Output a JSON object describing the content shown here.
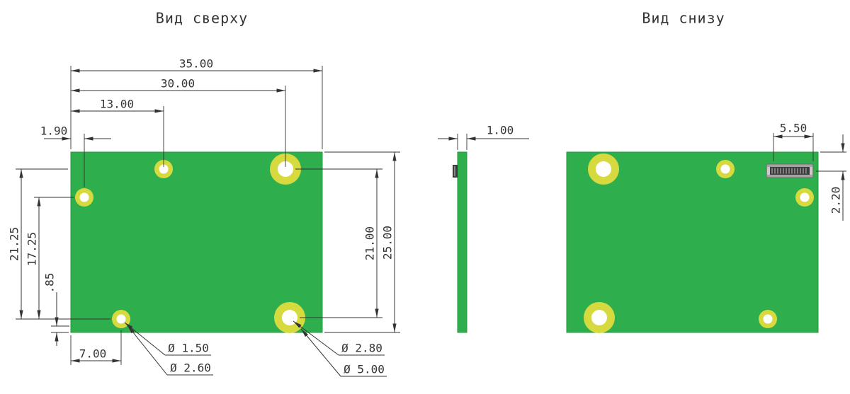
{
  "titles": {
    "top_view": "Вид сверху",
    "bottom_view": "Вид снизу"
  },
  "top_view": {
    "dim_board_width": "35.00",
    "dim_large_hole_x": "30.00",
    "dim_small_hole_x": "13.00",
    "dim_left_hole_edge_offset": "1.90",
    "dim_holes_span_y": "21.25",
    "dim_left_to_bottom_hole_y": "17.25",
    "dim_bottom_hole_edge_y": ".85",
    "dim_bottom_hole_x": "7.00",
    "dim_large_holes_span_y": "21.00",
    "dim_board_height": "25.00",
    "callout_small_hole_bore": "Ø 1.50",
    "callout_small_hole_pad": "Ø 2.60",
    "callout_large_hole_bore": "Ø 2.80",
    "callout_large_hole_pad": "Ø 5.00"
  },
  "side_view": {
    "dim_board_thickness": "1.00"
  },
  "bottom_view": {
    "dim_connector_length": "5.50",
    "dim_connector_offset_y": "2.20"
  },
  "colors": {
    "background": "#ffffff",
    "board_green": "#2fae4d",
    "board_edge": "#28963f",
    "pad_yellow": "#d7da3e",
    "hole_white": "#ffffff",
    "line": "#333333",
    "connector_body": "#a3a3a3",
    "connector_dark": "#3c3c3c"
  }
}
